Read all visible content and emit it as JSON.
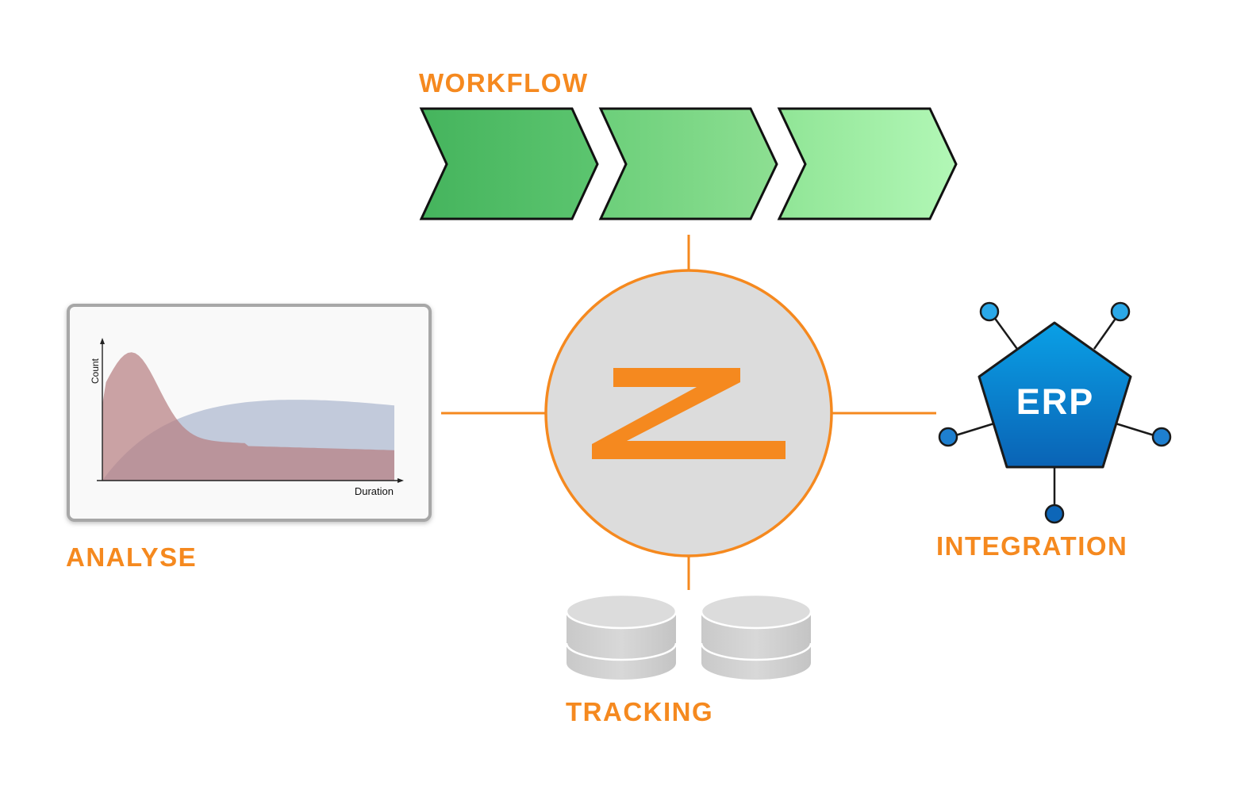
{
  "labels": {
    "workflow": "WORKFLOW",
    "analyse": "ANALYSE",
    "integration": "INTEGRATION",
    "tracking": "TRACKING"
  },
  "erp": {
    "text": "ERP"
  },
  "chart": {
    "xlabel": "Duration",
    "ylabel": "Count"
  },
  "colors": {
    "accent": "#f5891f",
    "hub_fill": "#dcdcdc",
    "erp_blue": "#0b6fc4",
    "erp_node": "#2aa8e8",
    "chevron_dark": "#47b65f",
    "chevron_light": "#b0f5b4",
    "series_red": "#c98a8c",
    "series_blue": "#b9c2d6",
    "database": "#d2d2d2"
  },
  "icons": [
    "workflow-chevron",
    "hub-z-logo",
    "erp-pentagon",
    "database-cylinder",
    "chart-panel"
  ]
}
